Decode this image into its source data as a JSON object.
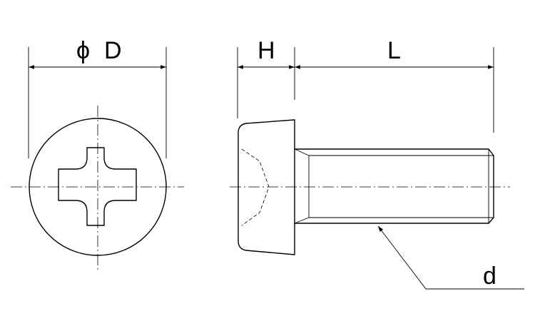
{
  "labels": {
    "diameter_symbol": "ϕ",
    "diameter_letter": "D",
    "head_height": "H",
    "length": "L",
    "thread_diameter": "d"
  }
}
